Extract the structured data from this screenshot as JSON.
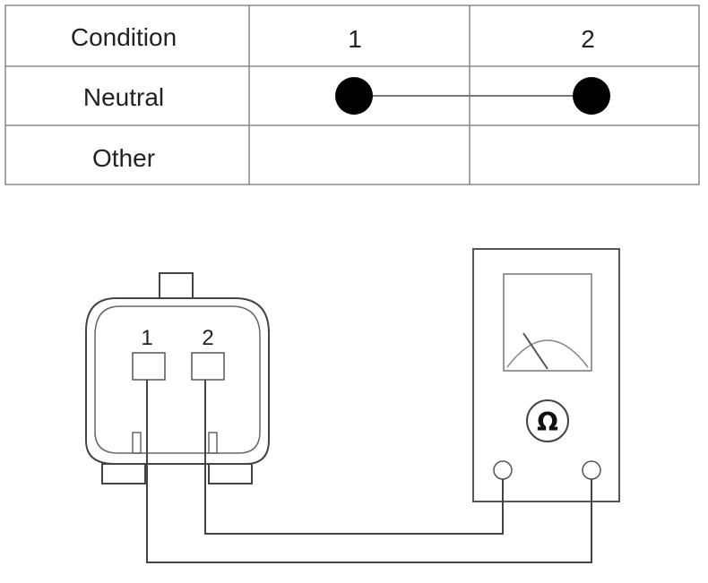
{
  "table": {
    "headers": [
      "Condition",
      "1",
      "2"
    ],
    "rows": [
      {
        "condition": "Neutral",
        "connected_pins": [
          "1",
          "2"
        ]
      },
      {
        "condition": "Other",
        "connected_pins": []
      }
    ]
  },
  "connector": {
    "pin1_label": "1",
    "pin2_label": "2"
  },
  "ohmmeter": {
    "symbol": "Ω",
    "icon": "ohmmeter-icon"
  }
}
